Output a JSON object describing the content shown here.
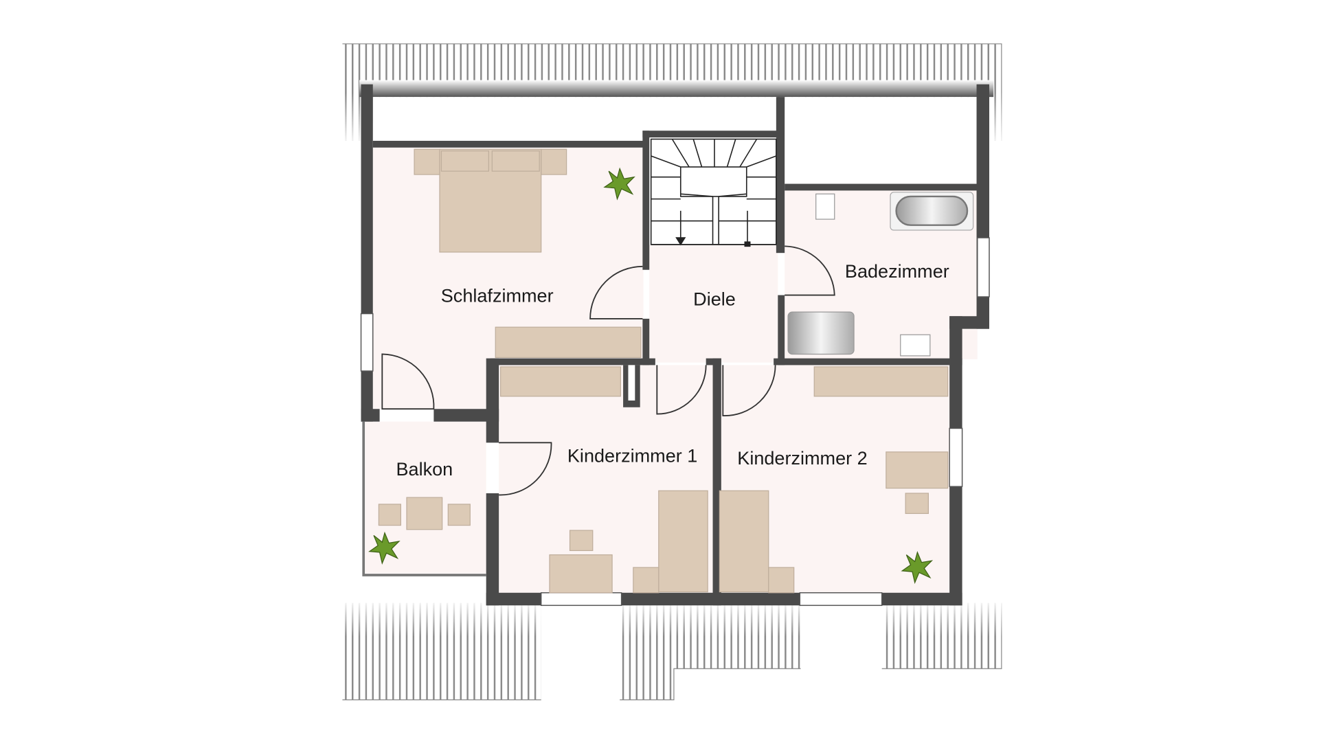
{
  "rooms": {
    "schlafzimmer": "Schlafzimmer",
    "diele": "Diele",
    "badezimmer": "Badezimmer",
    "balkon": "Balkon",
    "kinderzimmer1": "Kinderzimmer 1",
    "kinderzimmer2": "Kinderzimmer 2"
  },
  "colors": {
    "wall": "#4a4a4a",
    "floor": "#fcf4f3",
    "furniture": "#dccab6",
    "plant": "#6a9a2a"
  }
}
